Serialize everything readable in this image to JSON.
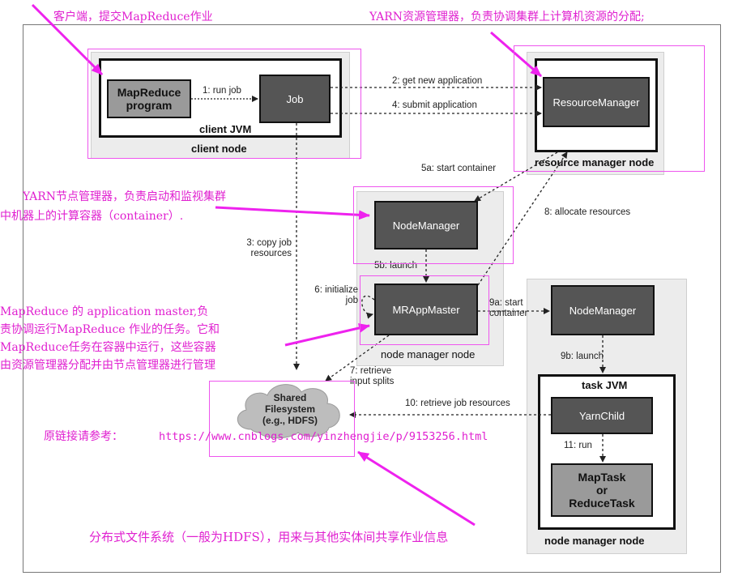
{
  "annotations": {
    "client": "客户端，提交MapReduce作业",
    "yarn_rm": "YARN资源管理器，负责协调集群上计算机资源的分配;",
    "yarn_nm_line1": "YARN节点管理器，负责启动和监视集群",
    "yarn_nm_line2": "中机器上的计算容器（container）.",
    "appmaster": "MapReduce 的 application master,负\n责协调运行MapReduce 作业的任务。它和\nMapReduce任务在容器中运行，这些容器\n由资源管理器分配并由节点管理器进行管理",
    "link_label": "原链接请参考：",
    "link_url": "https://www.cnblogs.com/yinzhengjie/p/9153256.html",
    "hdfs": "分布式文件系统（一般为HDFS），用来与其他实体间共享作业信息"
  },
  "nodes": {
    "client_node": "client node",
    "client_jvm": "client JVM",
    "mapreduce_program": "MapReduce\nprogram",
    "job": "Job",
    "resource_manager": "ResourceManager",
    "resource_manager_node": "resource manager node",
    "node_manager_1": "NodeManager",
    "mrappmaster": "MRAppMaster",
    "node_manager_node_1": "node manager node",
    "node_manager_2": "NodeManager",
    "task_jvm": "task JVM",
    "yarn_child": "YarnChild",
    "map_task": "MapTask\nor\nReduceTask",
    "node_manager_node_2": "node manager node",
    "shared_fs": "Shared\nFilesystem\n(e.g., HDFS)"
  },
  "steps": {
    "s1": "1: run job",
    "s2": "2: get new application",
    "s3": "3: copy job\nresources",
    "s4": "4: submit application",
    "s5a": "5a: start container",
    "s5b": "5b: launch",
    "s6": "6: initialize\njob",
    "s7": "7: retrieve\ninput splits",
    "s8": "8: allocate resources",
    "s9a": "9a: start\ncontainer",
    "s9b": "9b: launch",
    "s10": "10: retrieve job resources",
    "s11": "11: run"
  },
  "colors": {
    "annotation": "#e020d0",
    "dark_box": "#555555",
    "mid_box": "#9a9a9a"
  }
}
